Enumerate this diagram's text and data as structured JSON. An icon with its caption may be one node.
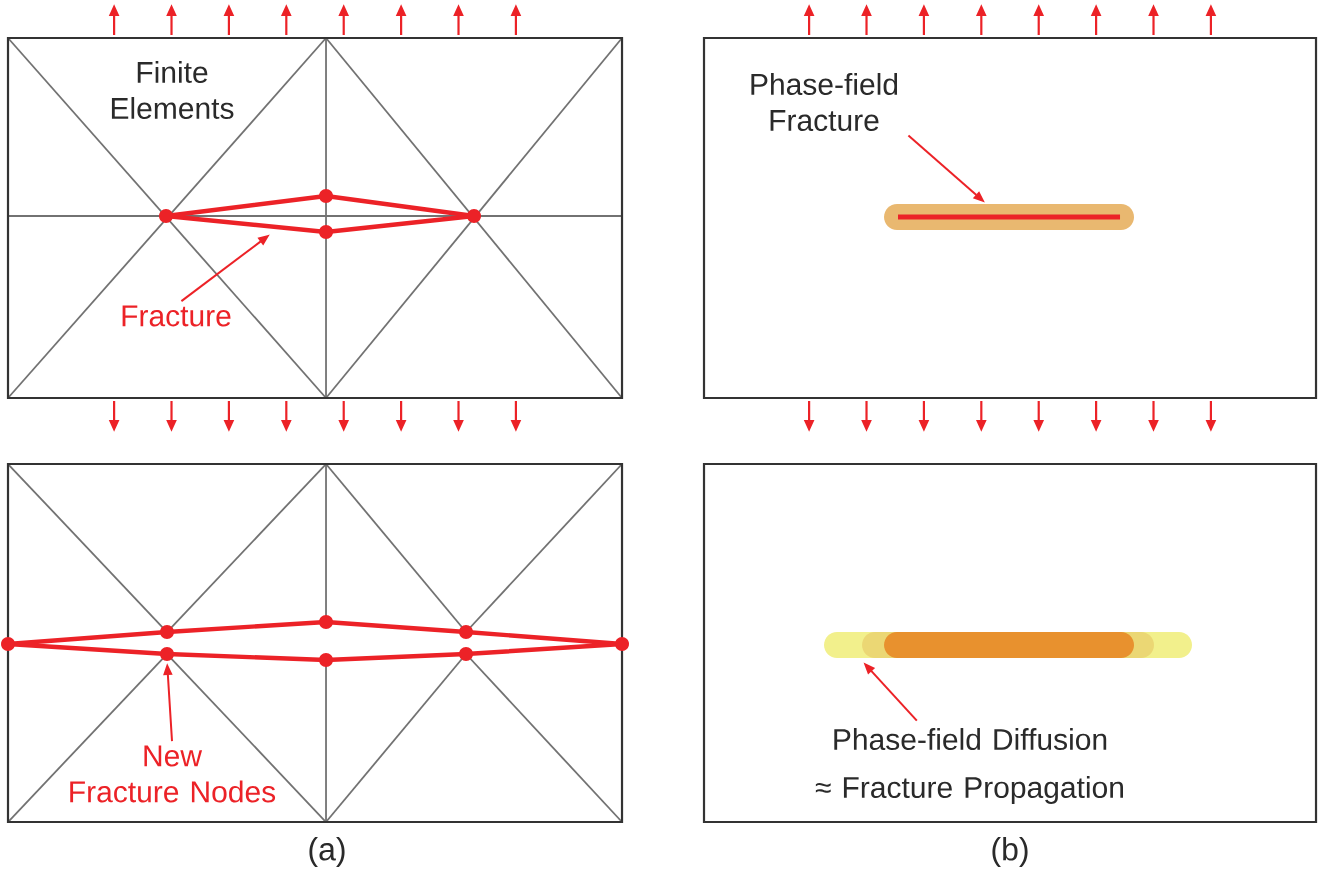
{
  "diagram": {
    "nodes": [
      {
        "text": [
          "Finite Elements"
        ]
      },
      {
        "text": [
          "Fracture"
        ],
        "in": 0
      },
      {
        "text": [],
        "shape": "diamond",
        "in": 0
      },
      {
        "text": [],
        "shape": "box"
      },
      {
        "text": [
          "Phase-field Fracture"
        ],
        "in": 3
      },
      {
        "text": [],
        "shape": "bar",
        "in": 3
      },
      {
        "text": [],
        "shape": "box"
      },
      {
        "text": [
          "New Fracture Nodes"
        ],
        "in": 6
      },
      {
        "text": [],
        "shape": "circle",
        "in": 6
      },
      {
        "text": [],
        "shape": "box"
      },
      {
        "text": [
          "Phase-field Diffusion",
          "≈ Fracture Propagation"
        ],
        "in": 9
      },
      {
        "text": [],
        "shape": "bar",
        "in": 9
      }
    ],
    "edges": [
      {
        "from": 1,
        "to": 2,
        "arrow": "to"
      },
      {
        "from": 4,
        "to": 5,
        "arrow": "to"
      },
      {
        "from": 7,
        "to": 8,
        "arrow": "to"
      },
      {
        "from": 10,
        "to": 11,
        "arrow": "to"
      }
    ],
    "labels": [
      "(a)",
      "(b)"
    ]
  }
}
